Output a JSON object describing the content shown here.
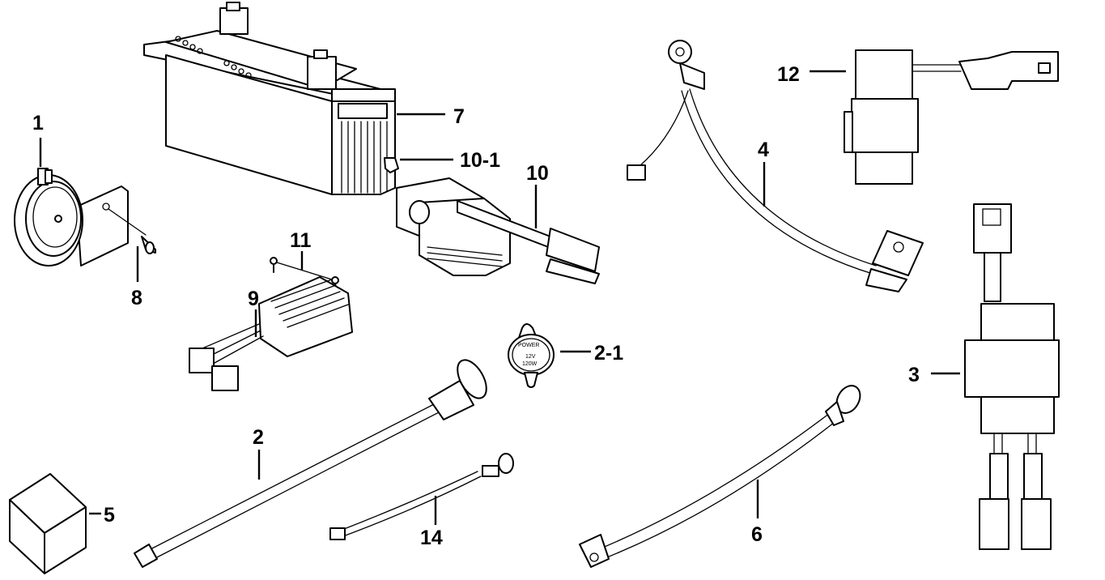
{
  "diagram": {
    "type": "exploded parts diagram",
    "subject": "electrical components",
    "background_color": "#ffffff",
    "line_color": "#000000"
  },
  "callouts": {
    "horn": "1",
    "power_socket_harness": "2",
    "power_socket_cap": "2-1",
    "relay_harness": "3",
    "battery_cable_positive": "4",
    "battery_pad": "5",
    "battery_cable_negative": "6",
    "battery": "7",
    "horn_screw": "8",
    "regulator_rectifier": "9",
    "starter_relay": "10",
    "fuse": "10-1",
    "regulator_bolts": "11",
    "flasher_relay": "12",
    "sub_harness": "14"
  },
  "socket_cap_text": {
    "arc": "POWER",
    "voltage": "12V",
    "wattage": "120W"
  }
}
